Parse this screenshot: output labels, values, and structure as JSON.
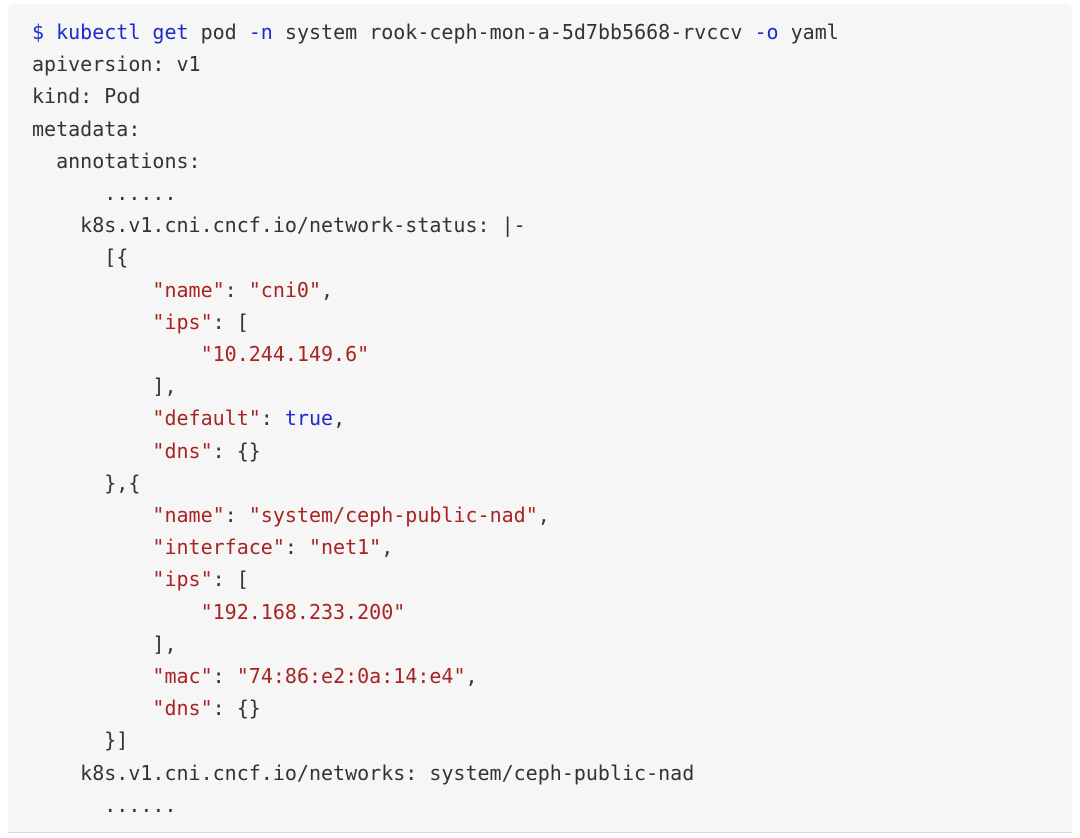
{
  "page": {
    "background": "#ffffff"
  },
  "code_block": {
    "background": "#f6f6f6",
    "divider_color": "#d8d8d8",
    "colors": {
      "plain": "#333333",
      "blue": "#1c2bce",
      "red": "#a82421"
    },
    "lines": [
      {
        "segments": [
          {
            "t": "$ kubectl get",
            "c": "blue"
          },
          {
            "t": " pod ",
            "c": "plain"
          },
          {
            "t": "-n",
            "c": "blue"
          },
          {
            "t": " system rook-ceph-mon-a-5d7bb5668-rvccv ",
            "c": "plain"
          },
          {
            "t": "-o",
            "c": "blue"
          },
          {
            "t": " yaml",
            "c": "plain"
          }
        ]
      },
      {
        "segments": [
          {
            "t": "apiversion: v1",
            "c": "plain"
          }
        ]
      },
      {
        "segments": [
          {
            "t": "kind: Pod",
            "c": "plain"
          }
        ]
      },
      {
        "segments": [
          {
            "t": "metadata:",
            "c": "plain"
          }
        ]
      },
      {
        "segments": [
          {
            "t": "  annotations:",
            "c": "plain"
          }
        ]
      },
      {
        "segments": [
          {
            "t": "      ......",
            "c": "plain"
          }
        ]
      },
      {
        "segments": [
          {
            "t": "    k8s.v1.cni.cncf.io/network-status: |-",
            "c": "plain"
          }
        ]
      },
      {
        "segments": [
          {
            "t": "      [{",
            "c": "plain"
          }
        ]
      },
      {
        "segments": [
          {
            "t": "          ",
            "c": "plain"
          },
          {
            "t": "\"name\"",
            "c": "red"
          },
          {
            "t": ": ",
            "c": "plain"
          },
          {
            "t": "\"cni0\"",
            "c": "red"
          },
          {
            "t": ",",
            "c": "plain"
          }
        ]
      },
      {
        "segments": [
          {
            "t": "          ",
            "c": "plain"
          },
          {
            "t": "\"ips\"",
            "c": "red"
          },
          {
            "t": ": [",
            "c": "plain"
          }
        ]
      },
      {
        "segments": [
          {
            "t": "              ",
            "c": "plain"
          },
          {
            "t": "\"10.244.149.6\"",
            "c": "red"
          }
        ]
      },
      {
        "segments": [
          {
            "t": "          ],",
            "c": "plain"
          }
        ]
      },
      {
        "segments": [
          {
            "t": "          ",
            "c": "plain"
          },
          {
            "t": "\"default\"",
            "c": "red"
          },
          {
            "t": ": ",
            "c": "plain"
          },
          {
            "t": "true",
            "c": "blue"
          },
          {
            "t": ",",
            "c": "plain"
          }
        ]
      },
      {
        "segments": [
          {
            "t": "          ",
            "c": "plain"
          },
          {
            "t": "\"dns\"",
            "c": "red"
          },
          {
            "t": ": {}",
            "c": "plain"
          }
        ]
      },
      {
        "segments": [
          {
            "t": "      },{",
            "c": "plain"
          }
        ]
      },
      {
        "segments": [
          {
            "t": "          ",
            "c": "plain"
          },
          {
            "t": "\"name\"",
            "c": "red"
          },
          {
            "t": ": ",
            "c": "plain"
          },
          {
            "t": "\"system/ceph-public-nad\"",
            "c": "red"
          },
          {
            "t": ",",
            "c": "plain"
          }
        ]
      },
      {
        "segments": [
          {
            "t": "          ",
            "c": "plain"
          },
          {
            "t": "\"interface\"",
            "c": "red"
          },
          {
            "t": ": ",
            "c": "plain"
          },
          {
            "t": "\"net1\"",
            "c": "red"
          },
          {
            "t": ",",
            "c": "plain"
          }
        ]
      },
      {
        "segments": [
          {
            "t": "          ",
            "c": "plain"
          },
          {
            "t": "\"ips\"",
            "c": "red"
          },
          {
            "t": ": [",
            "c": "plain"
          }
        ]
      },
      {
        "segments": [
          {
            "t": "              ",
            "c": "plain"
          },
          {
            "t": "\"192.168.233.200\"",
            "c": "red"
          }
        ]
      },
      {
        "segments": [
          {
            "t": "          ],",
            "c": "plain"
          }
        ]
      },
      {
        "segments": [
          {
            "t": "          ",
            "c": "plain"
          },
          {
            "t": "\"mac\"",
            "c": "red"
          },
          {
            "t": ": ",
            "c": "plain"
          },
          {
            "t": "\"74:86:e2:0a:14:e4\"",
            "c": "red"
          },
          {
            "t": ",",
            "c": "plain"
          }
        ]
      },
      {
        "segments": [
          {
            "t": "          ",
            "c": "plain"
          },
          {
            "t": "\"dns\"",
            "c": "red"
          },
          {
            "t": ": {}",
            "c": "plain"
          }
        ]
      },
      {
        "segments": [
          {
            "t": "      }]",
            "c": "plain"
          }
        ]
      },
      {
        "segments": [
          {
            "t": "    k8s.v1.cni.cncf.io/networks: system/ceph-public-nad",
            "c": "plain"
          }
        ]
      },
      {
        "segments": [
          {
            "t": "      ......",
            "c": "plain"
          }
        ]
      }
    ]
  }
}
